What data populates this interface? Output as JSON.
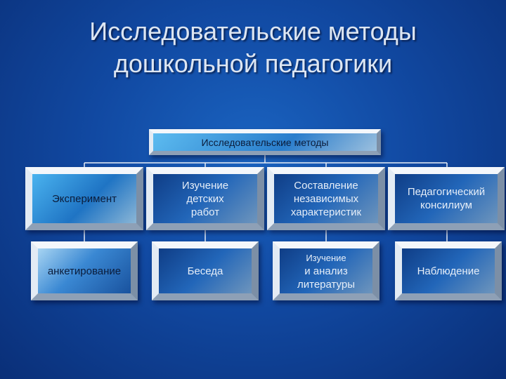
{
  "title": {
    "line1": "Исследовательские методы",
    "line2": "дошкольной педагогики"
  },
  "root": "Исследовательские методы",
  "columns": [
    {
      "top": [
        "Эксперимент"
      ],
      "bottom": [
        "анкетирование"
      ]
    },
    {
      "top": [
        "Изучение",
        "детских",
        "работ"
      ],
      "bottom": [
        "Беседа"
      ]
    },
    {
      "top": [
        "Составление",
        "независимых",
        "характеристик"
      ],
      "bottom": [
        "Изучение",
        "и анализ",
        "литературы"
      ]
    },
    {
      "top": [
        "Педагогический",
        "консилиум"
      ],
      "bottom": [
        "Наблюдение"
      ]
    }
  ],
  "colors": {
    "background": "#1149a2",
    "line": "#e8eef6"
  }
}
